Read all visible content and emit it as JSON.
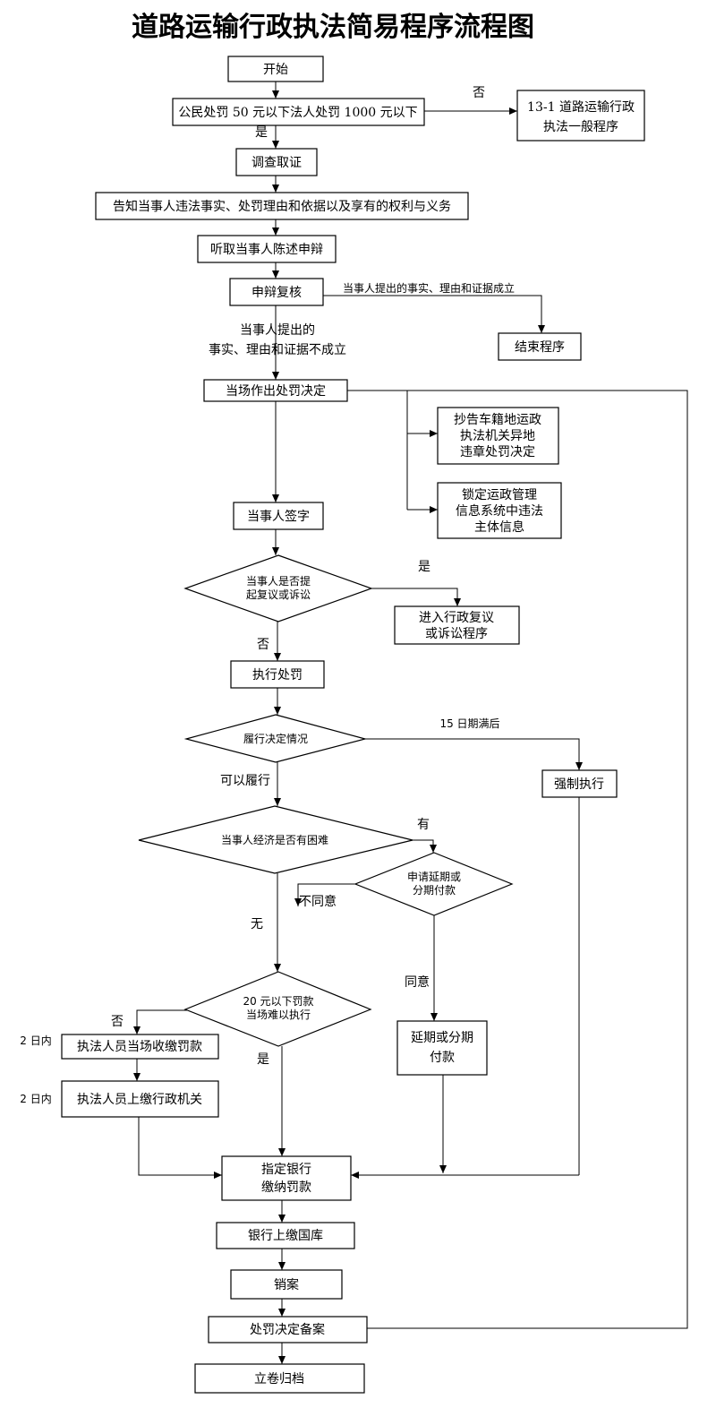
{
  "title": "道路运输行政执法简易程序流程图",
  "nodes": {
    "start": "开始",
    "condition": "公民处罚 50 元以下法人处罚 1000 元以下",
    "general_program": [
      "13-1 道路运输行政",
      "执法一般程序"
    ],
    "investigate": "调查取证",
    "notify": "告知当事人违法事实、处罚理由和依据以及享有的权利与义务",
    "hear": "听取当事人陈述申辩",
    "review": "申辩复核",
    "end_program": "结束程序",
    "decide": "当场作出处罚决定",
    "copy_notice": [
      "抄告车籍地运政",
      "执法机关异地",
      "违章处罚决定"
    ],
    "lock_info": [
      "锁定运政管理",
      "信息系统中违法",
      "主体信息"
    ],
    "sign": "当事人签字",
    "appeal_q": [
      "当事人是否提",
      "起复议或诉讼"
    ],
    "appeal_proc": [
      "进入行政复议",
      "或诉讼程序"
    ],
    "execute": "执行处罚",
    "perform_q": "履行决定情况",
    "enforce": "强制执行",
    "hardship_q": "当事人经济是否有困难",
    "apply_q": [
      "申请延期或",
      "分期付款"
    ],
    "small_q": [
      "20 元以下罚款",
      "当场难以执行"
    ],
    "collect": "执法人员当场收缴罚款",
    "submit": "执法人员上缴行政机关",
    "deferred": [
      "延期或分期",
      "付款"
    ],
    "bank": [
      "指定银行",
      "缴纳罚款"
    ],
    "treasury": "银行上缴国库",
    "close": "销案",
    "archive_record": "处罚决定备案",
    "file": "立卷归档"
  },
  "edges": {
    "no_over_limit": "否",
    "yes_under_limit": "是",
    "claim_valid": "当事人提出的事实、理由和证据成立",
    "claim_invalid": [
      "当事人提出的",
      "事实、理由和证据不成立"
    ],
    "appeal_yes": "是",
    "appeal_no": "否",
    "after_15_days": "15 日期满后",
    "can_perform": "可以履行",
    "hardship_yes": "有",
    "hardship_no": "无",
    "disagree": "不同意",
    "agree": "同意",
    "small_no": "否",
    "small_yes": "是",
    "within_2_days_a": "2 日内",
    "within_2_days_b": "2 日内"
  }
}
